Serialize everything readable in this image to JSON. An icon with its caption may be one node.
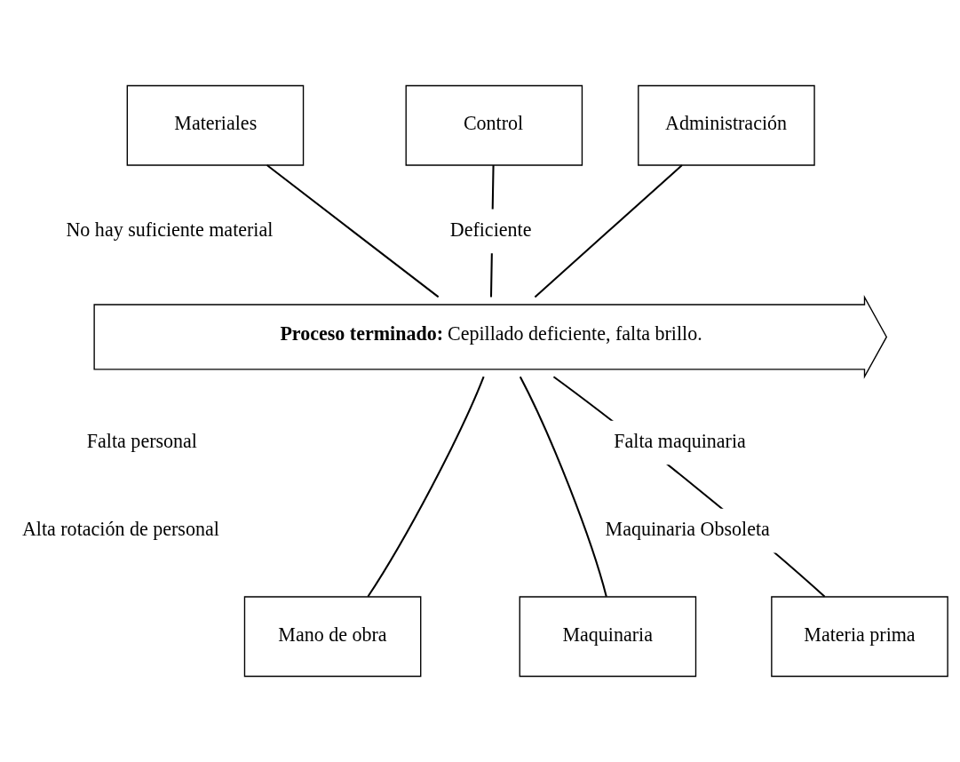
{
  "diagram": {
    "nodes": [
      {
        "text": [
          "Materiales"
        ]
      },
      {
        "text": [
          "Control"
        ]
      },
      {
        "text": [
          "Administración"
        ]
      },
      {
        "text": [
          "**Proceso terminado:** Cepillado deficiente, falta brillo."
        ]
      },
      {
        "text": [
          "Mano de obra"
        ]
      },
      {
        "text": [
          "Maquinaria"
        ]
      },
      {
        "text": [
          "Materia prima"
        ]
      }
    ],
    "edges": [
      {
        "from": 0,
        "to": 3,
        "arrow": "none"
      },
      {
        "from": 1,
        "to": 3,
        "arrow": "none"
      },
      {
        "from": 2,
        "to": 3,
        "arrow": "none"
      },
      {
        "from": 4,
        "to": 3,
        "arrow": "none"
      },
      {
        "from": 5,
        "to": 3,
        "arrow": "none"
      },
      {
        "from": 6,
        "to": 3,
        "arrow": "none"
      }
    ],
    "labels": [
      "No hay suficiente material",
      "Deficiente",
      "Falta personal",
      "Falta maquinaria",
      "Alta rotación de personal",
      "Maquinaria Obsoleta"
    ]
  }
}
